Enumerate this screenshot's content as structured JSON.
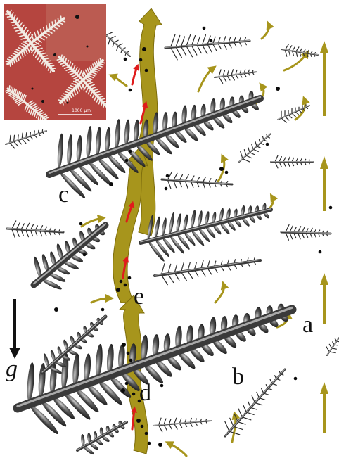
{
  "labels": {
    "a": "a",
    "b": "b",
    "c": "c",
    "d": "d",
    "e": "e",
    "gravity": "g"
  },
  "inset": {
    "scale_bar_label": "1000 µm"
  },
  "colors": {
    "flow_arrow": "#a7951c",
    "flow_arrow_dark": "#7d6d0c",
    "dendrite_dark": "#1c1c1c",
    "dendrite_mid": "#5a5a5a",
    "dendrite_light": "#d8d8d8",
    "inset_background": "#b5453f",
    "inset_crystal": "#f1ece4",
    "particle": "#0a0a0a",
    "red_arrow": "#e01b1b"
  },
  "icons": {
    "gravity": "down-arrow-icon",
    "flow": "curved-arrow-icon"
  }
}
